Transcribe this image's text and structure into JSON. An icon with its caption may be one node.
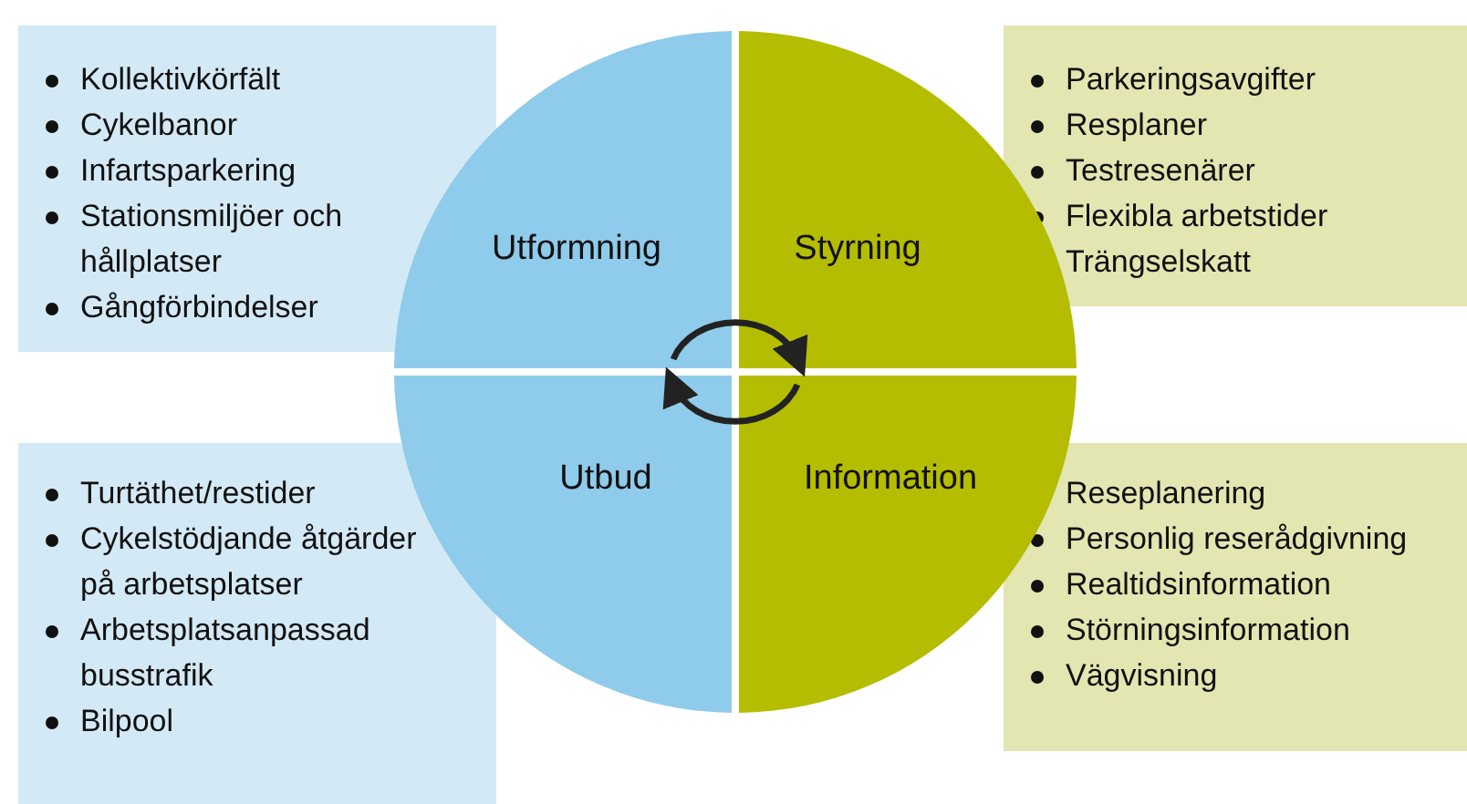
{
  "diagram": {
    "nodes": [
      {
        "text": [
          "Kollektivkörfält",
          "Cykelbanor",
          "Infartsparkering",
          "Stationsmiljöer och hållplatser",
          "Gångförbindelser"
        ]
      },
      {
        "text": [
          "Utformning"
        ]
      },
      {
        "text": [
          "Styrning"
        ]
      },
      {
        "text": [
          "Parkeringsavgifter",
          "Resplaner",
          "Testresenärer",
          "Flexibla arbetstider",
          "Trängselskatt"
        ]
      },
      {
        "text": [
          "Turtäthet/restider",
          "Cykelstödjande åtgärder på arbetsplatser",
          "Arbetsplatsanpassad busstrafik",
          "Bilpool"
        ]
      },
      {
        "text": [
          "Utbud"
        ]
      },
      {
        "text": [
          "Information"
        ]
      },
      {
        "text": [
          "Reseplanering",
          "Personlig reserådgivning",
          "Realtidsinformation",
          "Störningsinformation",
          "Vägvisning"
        ]
      }
    ],
    "edges": [
      {
        "from": 1,
        "to": 2,
        "arrow": "to"
      },
      {
        "from": 6,
        "to": 5,
        "arrow": "to"
      }
    ]
  }
}
